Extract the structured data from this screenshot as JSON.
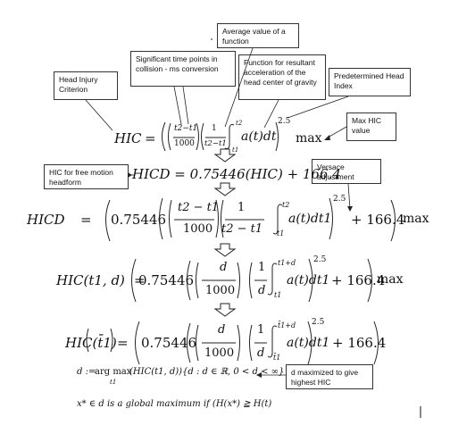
{
  "annotations": {
    "head_injury_criterion": "Head Injury Criterion",
    "significant_time_points": "Significant time points in collision - ms conversion",
    "average_value": "Average value of a function",
    "resultant_acceleration": "Function for resultant acceleration of the head center of gravity",
    "predetermined_head_index": "Predetermined Head Index",
    "max_hic_value": "Max HIC value",
    "hic_free_motion": "HIC for free motion headform",
    "versace_adjustment": "Versace adjustment",
    "d_maximized": "d maximized to give highest HIC"
  },
  "equations": {
    "eq1": {
      "lhs": "HIC",
      "t2_minus_t1": "t2−t1",
      "denom_1000": "1000",
      "one": "1",
      "denom_t": "t2−t1",
      "integrand": "a(t)dt",
      "lower": "t1",
      "upper": "t2",
      "exponent": "2.5",
      "max": "max"
    },
    "eq2": {
      "text": "HICD = 0.75446(HIC) + 166.4"
    },
    "eq3": {
      "lhs": "HICD",
      "coef": "0.75446",
      "num": "t2 − t1",
      "den": "1000",
      "one": "1",
      "den2": "t2 − t1",
      "integrand": "a(t)dt1",
      "lower": "t1",
      "upper": "t2",
      "exponent": "2.5",
      "tail": "+ 166.4",
      "max": "max"
    },
    "eq4": {
      "lhs": "HIC(t1, d)",
      "coef": "0.75446",
      "num": "d",
      "den": "1000",
      "one": "1",
      "den2": "d",
      "integrand": "a(t)dt1",
      "lower": "t1",
      "upper": "t1+d",
      "exponent": "2.5",
      "tail": "+ 166.4",
      "max": "max"
    },
    "eq5": {
      "lhs": "HIC(t̄1)",
      "coef": "0.75446",
      "num": "d",
      "den": "1000",
      "one": "1",
      "den2": "d",
      "integrand": "a(t)dt1",
      "lower": "t̄1",
      "upper": "t̄1+d",
      "exponent": "2.5",
      "tail": "+ 166.4"
    },
    "eq6": {
      "lhs": "d :=",
      "argmax": "arg max",
      "sub": "t1",
      "body": "(HIC(t1, d)){d : d ∈ ℝ, 0 < d < ∞}"
    },
    "eq7": {
      "text": "x* ∈ d is a global maximum  if (H(x*) ≧ H(t)"
    }
  },
  "colors": {
    "stroke": "#222222",
    "text": "#111111",
    "box_border": "#333333"
  }
}
